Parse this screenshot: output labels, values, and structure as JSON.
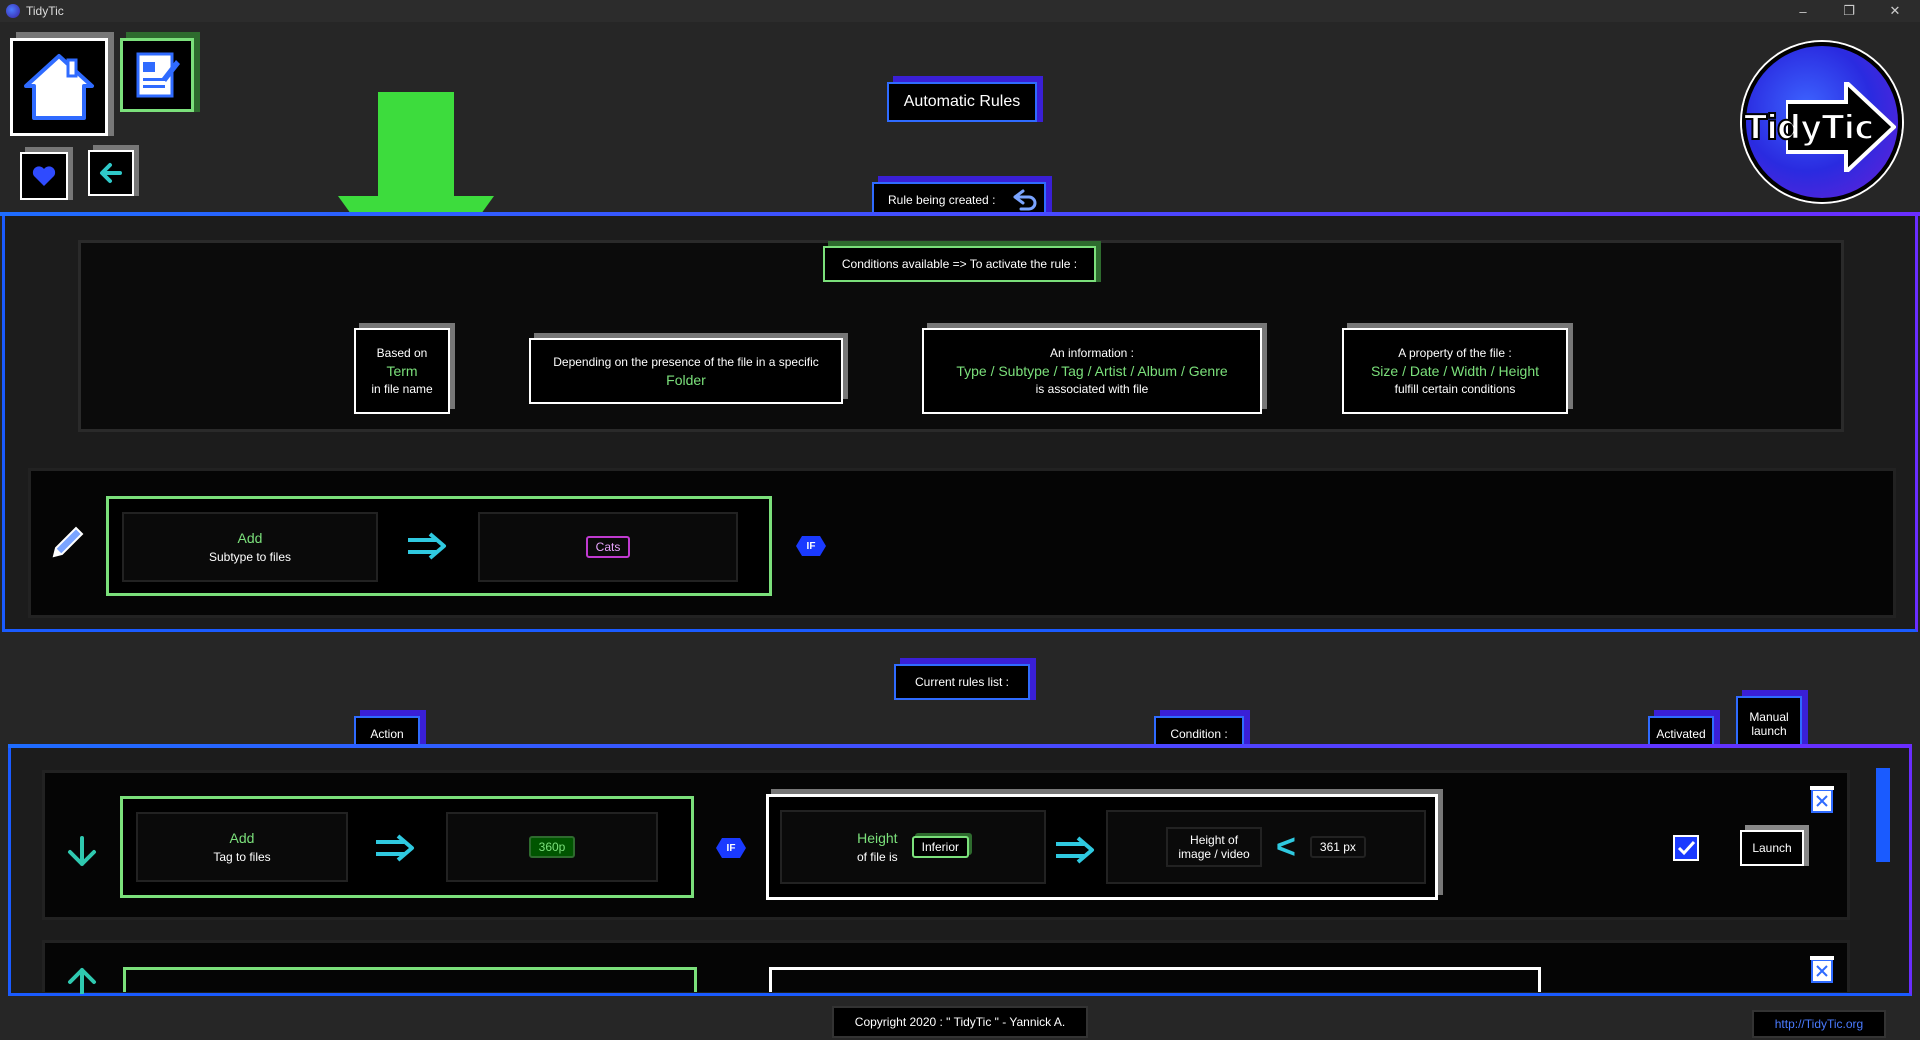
{
  "window": {
    "title": "TidyTic",
    "minimize": "–",
    "restore": "❐",
    "close": "✕"
  },
  "nav": {
    "home_icon": "home-icon",
    "edit_icon": "edit-document-icon",
    "favorites_icon": "heart-icon",
    "back_icon": "back-arrow-icon"
  },
  "logo": {
    "text": "TidyTic"
  },
  "header": {
    "title": "Automatic Rules"
  },
  "rule_creation": {
    "label": "Rule being created :",
    "undo_icon": "undo-icon",
    "conditions_title": "Conditions available => To activate the rule :",
    "conditions": [
      {
        "line1": "Based on",
        "highlight": "Term",
        "line3": "in file name"
      },
      {
        "line1": "Depending on the presence of the file in a specific",
        "highlight": "Folder",
        "line3": ""
      },
      {
        "line1": "An information :",
        "highlight": "Type / Subtype / Tag / Artist / Album / Genre",
        "line3": "is associated with file"
      },
      {
        "line1": "A property of the file :",
        "highlight": "Size / Date / Width / Height",
        "line3": "fulfill certain conditions"
      }
    ],
    "current": {
      "action_verb": "Add",
      "action_target": "Subtype to files",
      "value": "Cats",
      "if_label": "IF"
    }
  },
  "rules_list": {
    "title": "Current rules list :",
    "col_action": "Action",
    "col_condition": "Condition :",
    "col_activated": "Activated",
    "col_manual": "Manual launch",
    "rows": [
      {
        "action_verb": "Add",
        "action_target": "Tag to files",
        "value": "360p",
        "if_label": "IF",
        "cond_prop": "Height",
        "cond_sub": "of file is",
        "cond_op": "Inferior",
        "cond_field": "Height of image / video",
        "cond_cmp": "<",
        "cond_value": "361 px",
        "activated": true,
        "launch_label": "Launch"
      }
    ]
  },
  "footer": {
    "copyright": "Copyright 2020 : \" TidyTic \" - Yannick A.",
    "url": "http://TidyTic.org"
  },
  "colors": {
    "accent_blue": "#2f6bff",
    "accent_green": "#7be07b",
    "accent_purple": "#6a2dff",
    "arrow_green": "#3ddc3d"
  }
}
